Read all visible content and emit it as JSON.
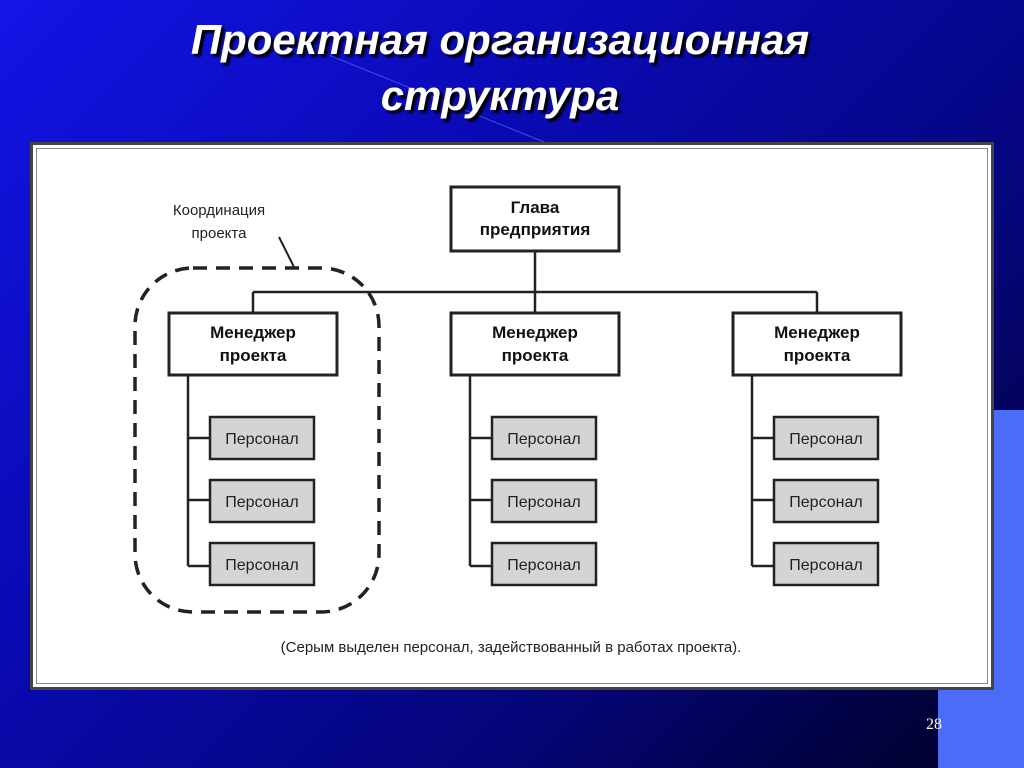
{
  "slide": {
    "title_line1": "Проектная организационная",
    "title_line2": "структура",
    "page_number": "28"
  },
  "diagram": {
    "head": {
      "line1": "Глава",
      "line2": "предприятия"
    },
    "managers": [
      {
        "line1": "Менеджер",
        "line2": "проекта",
        "staff": [
          "Персонал",
          "Персонал",
          "Персонал"
        ]
      },
      {
        "line1": "Менеджер",
        "line2": "проекта",
        "staff": [
          "Персонал",
          "Персонал",
          "Персонал"
        ]
      },
      {
        "line1": "Менеджер",
        "line2": "проекта",
        "staff": [
          "Персонал",
          "Персонал",
          "Персонал"
        ]
      }
    ],
    "callout": {
      "line1": "Координация",
      "line2": "проекта"
    },
    "note": "(Серым выделен персонал, задействованный в работах проекта).",
    "staff_fill": "#d4d4d4"
  }
}
